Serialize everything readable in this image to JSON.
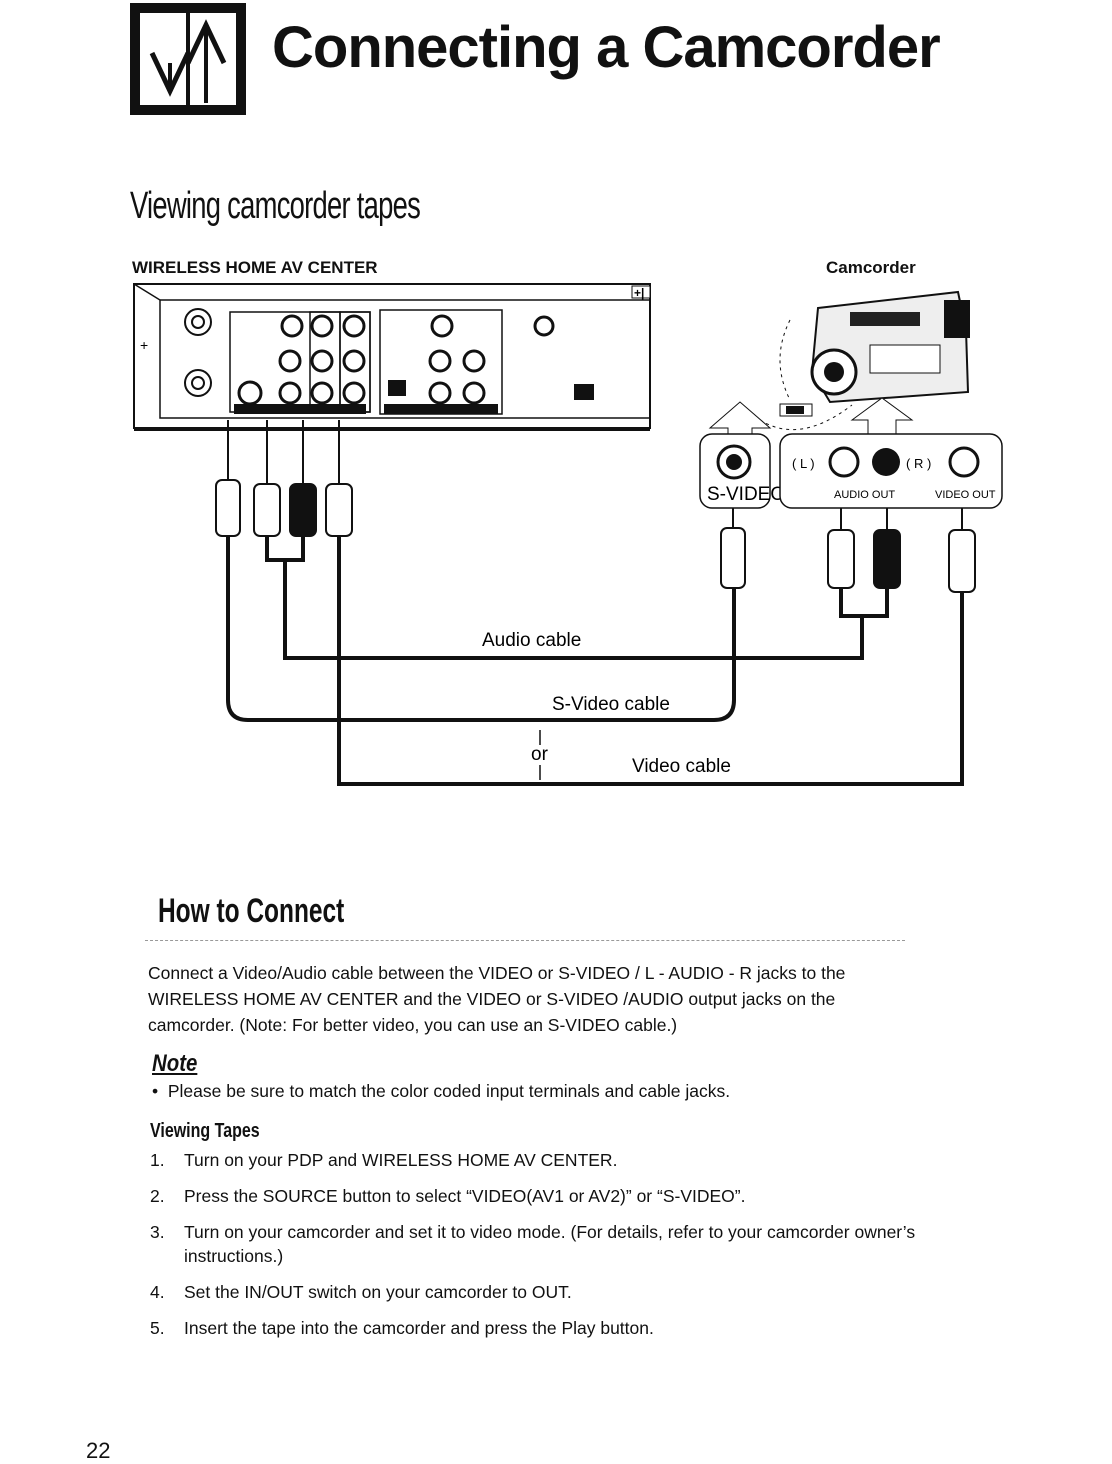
{
  "header": {
    "title": "Connecting a Camcorder"
  },
  "section": {
    "title": "Viewing camcorder tapes"
  },
  "labels": {
    "device": "WIRELESS HOME AV CENTER",
    "camcorder": "Camcorder",
    "audio_cable": "Audio cable",
    "svideo_cable": "S-Video cable",
    "or": "or",
    "video_cable": "Video cable",
    "svideo_jack": "S-VIDEO",
    "audio_out": "AUDIO OUT",
    "video_out": "VIDEO OUT",
    "left": "( L )",
    "right": "( R )"
  },
  "howto": {
    "title": "How to Connect",
    "text": "Connect a Video/Audio cable between the VIDEO or S-VIDEO / L - AUDIO - R jacks to the WIRELESS HOME AV CENTER and the VIDEO or S-VIDEO /AUDIO output jacks on the camcorder. (Note: For better video, you can use an S-VIDEO cable.)"
  },
  "note": {
    "title": "Note",
    "bullet": "Please be sure to match the color coded input terminals and cable jacks."
  },
  "viewing": {
    "title": "Viewing Tapes",
    "steps": [
      {
        "num": "1.",
        "text": "Turn on your PDP and WIRELESS HOME AV CENTER."
      },
      {
        "num": "2.",
        "text": "Press the SOURCE button to select “VIDEO(AV1 or AV2)” or “S-VIDEO”."
      },
      {
        "num": "3.",
        "text": "Turn on your camcorder and set it to video mode. (For details, refer to your camcorder owner’s instructions.)"
      },
      {
        "num": "4.",
        "text": "Set the IN/OUT switch on your camcorder to OUT."
      },
      {
        "num": "5.",
        "text": "Insert the tape into the camcorder and press the Play button."
      }
    ]
  },
  "page_number": "22"
}
